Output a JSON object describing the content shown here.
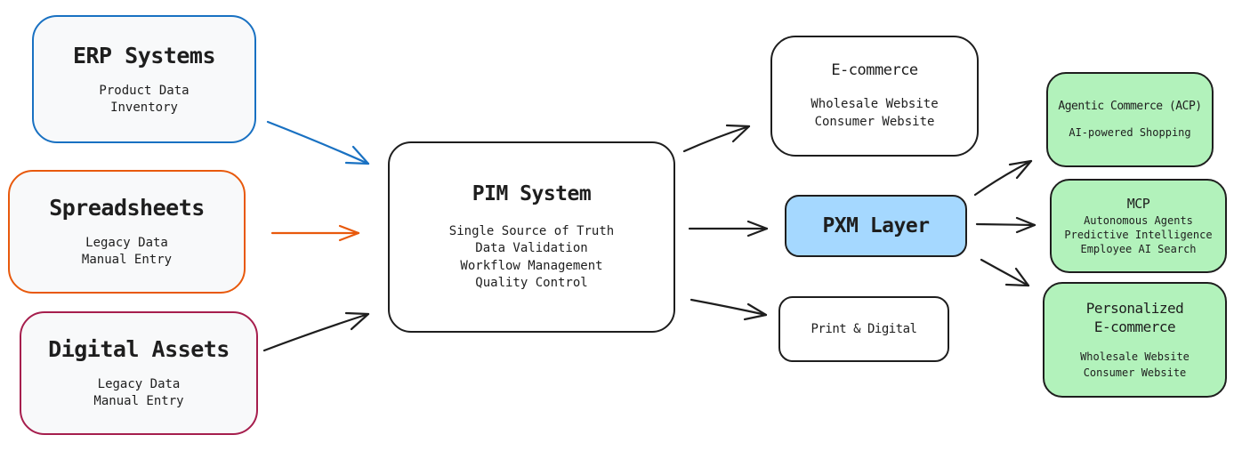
{
  "sources": {
    "erp": {
      "title": "ERP Systems",
      "lines": [
        "Product Data",
        "Inventory"
      ],
      "border_color": "#1971c2"
    },
    "spreadsheets": {
      "title": "Spreadsheets",
      "lines": [
        "Legacy Data",
        "Manual Entry"
      ],
      "border_color": "#e8590c"
    },
    "digital_assets": {
      "title": "Digital Assets",
      "lines": [
        "Legacy Data",
        "Manual Entry"
      ],
      "border_color": "#a61e4d"
    }
  },
  "pim": {
    "title": "PIM System",
    "lines": [
      "Single Source of Truth",
      "Data Validation",
      "Workflow Management",
      "Quality Control"
    ]
  },
  "channels": {
    "ecommerce": {
      "title": "E-commerce",
      "lines": [
        "Wholesale Website",
        "Consumer Website"
      ]
    },
    "pxm": {
      "title": "PXM Layer",
      "fill_color": "#a5d8ff"
    },
    "print": {
      "title": "Print & Digital"
    }
  },
  "ai_channels": {
    "fill_color": "#b2f2bb",
    "acp": {
      "title": "Agentic Commerce (ACP)",
      "lines": [
        "AI-powered Shopping"
      ]
    },
    "mcp": {
      "title": "MCP",
      "lines": [
        "Autonomous Agents",
        "Predictive Intelligence",
        "Employee AI Search"
      ]
    },
    "personalized": {
      "title_lines": [
        "Personalized",
        "E-commerce"
      ],
      "lines": [
        "Wholesale Website",
        "Consumer Website"
      ]
    }
  },
  "arrow_colors": {
    "erp": "#1971c2",
    "spreadsheets": "#e8590c",
    "default": "#1e1e1e"
  }
}
